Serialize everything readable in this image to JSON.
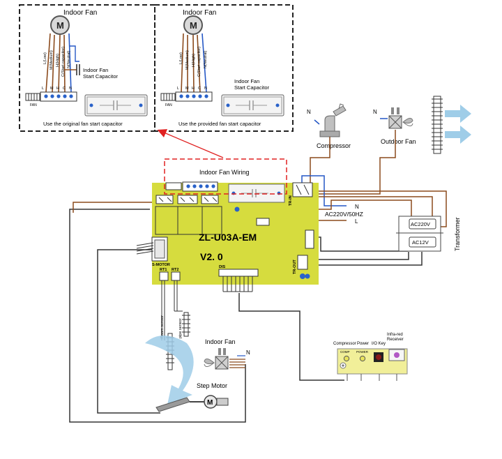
{
  "top_panels": {
    "left": {
      "title": "Indoor Fan",
      "motor_letter": "M",
      "wire_labels": [
        "L(Low)",
        "M(Medium)",
        "H(High)",
        "C(Start capacitor)",
        "N(Neutral)"
      ],
      "terminal_letters": [
        "L",
        "M",
        "H",
        "C",
        "N"
      ],
      "connector_label": "FAN",
      "cap_label_line1": "Indoor Fan",
      "cap_label_line2": "Start Capacitor",
      "caption": "Use the original fan start capacitor"
    },
    "right": {
      "title": "Indoor Fan",
      "motor_letter": "M",
      "wire_labels": [
        "L(Low)",
        "M(Medium)",
        "H(High)",
        "C(Start capacitor)",
        "N(Neutral)"
      ],
      "terminal_letters": [
        "L",
        "M",
        "H",
        "C",
        "N"
      ],
      "connector_label": "FAN",
      "cap_label_line1": "Indoor Fan",
      "cap_label_line2": "Start Capacitor",
      "caption": "Use the provided fan start capacitor"
    }
  },
  "board": {
    "model": "ZL-U03A-EM",
    "version": "V2. 0",
    "wiring_label": "Indoor Fan Wiring",
    "smotor_label": "S-MOTOR",
    "rt1_label": "RT1",
    "rt2_label": "RT2",
    "dis_label": "DIS",
    "trin_label": "TR-IN",
    "trout_label": "TR-OUT"
  },
  "power": {
    "supply_label": "AC220V/50HZ",
    "n_label": "N",
    "l_label": "L"
  },
  "components": {
    "compressor_label": "Compressor",
    "compressor_n": "N",
    "outdoor_fan_label": "Outdoor Fan",
    "outdoor_fan_n": "N",
    "transformer_label": "Transformer",
    "transformer_primary": "AC220V",
    "transformer_secondary": "AC12V",
    "room_sensor_label": "Room sensor",
    "pipe_sensor_label": "pipe sensor",
    "indoor_fan_label": "Indoor Fan",
    "indoor_fan_n": "N",
    "step_motor_label": "Step Motor",
    "step_motor_letter": "M"
  },
  "display_board": {
    "labels": [
      "Compressor",
      "Power",
      "I/O Key",
      "Infra-red Receiver"
    ],
    "infra_line1": "Infra-red",
    "infra_line2": "Receiver",
    "led1": "COMP",
    "led2": "POWER"
  },
  "colors": {
    "board": "#d6dc3e",
    "brown_wire": "#8b4a1c",
    "blue_wire": "#2457c5",
    "red_dashed": "#e02020",
    "arrow_blue": "#9fcde8",
    "display_board": "#f1ef99"
  }
}
